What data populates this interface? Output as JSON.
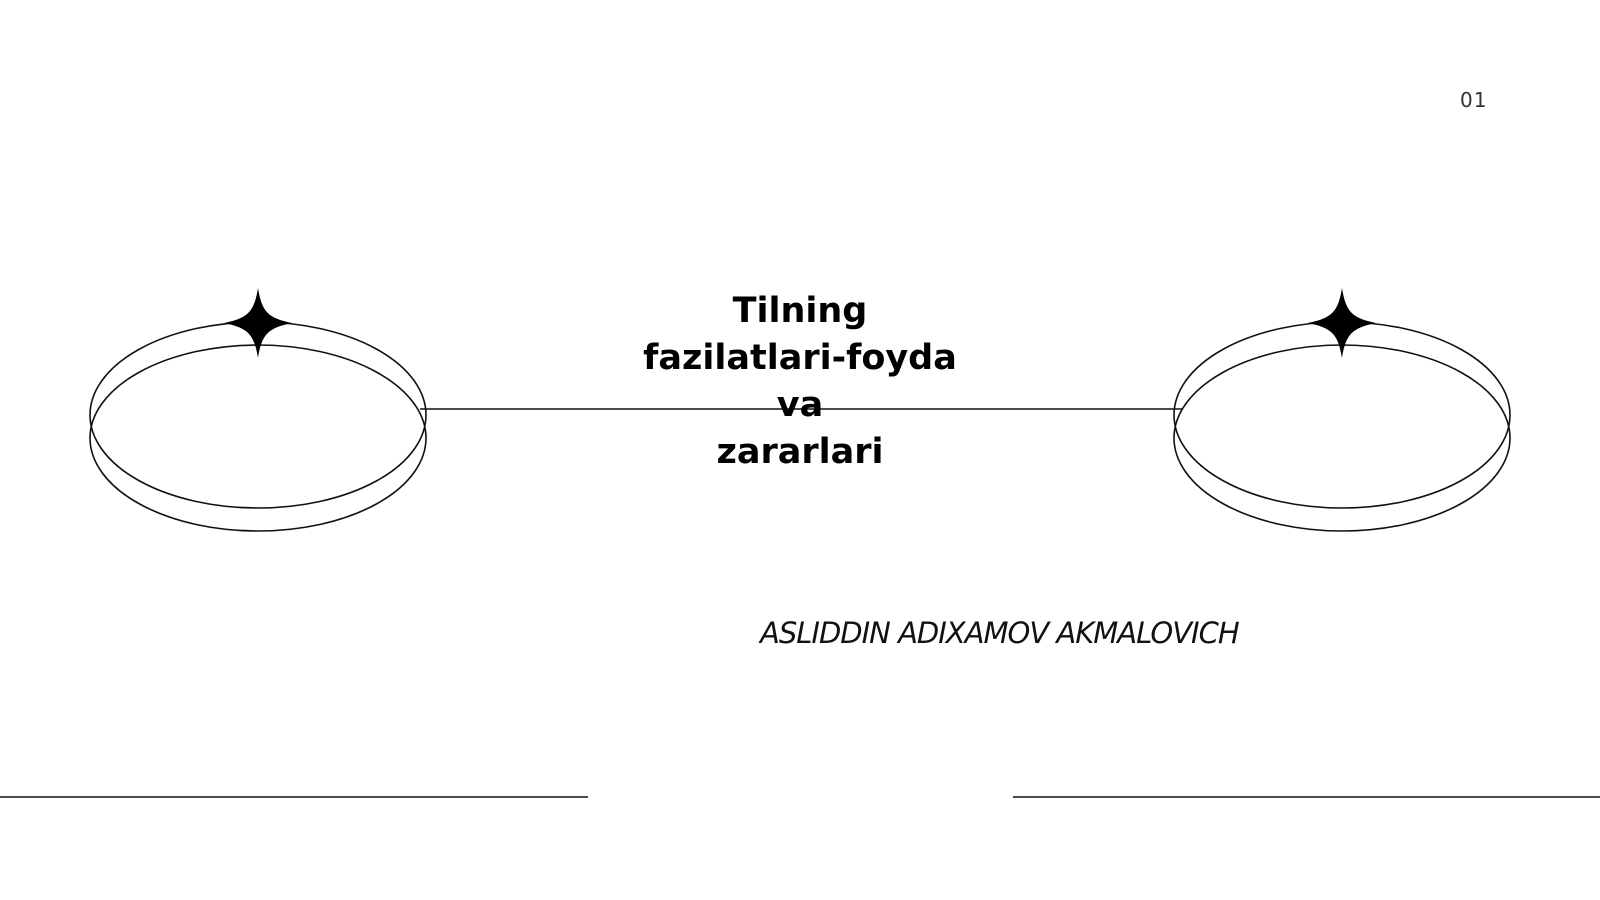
{
  "slide": {
    "page_number": "01",
    "title_lines": [
      "Tilning",
      "fazilatlari-foyda",
      "va",
      "zararlari"
    ],
    "author": "ASLIDDIN ADIXAMOV AKMALOVICH"
  },
  "decorations": {
    "left_ring": {
      "icon": "sparkle-ring-icon"
    },
    "right_ring": {
      "icon": "sparkle-ring-icon"
    }
  },
  "colors": {
    "background": "#ffffff",
    "ink": "#000000",
    "page_number": "#333333"
  }
}
